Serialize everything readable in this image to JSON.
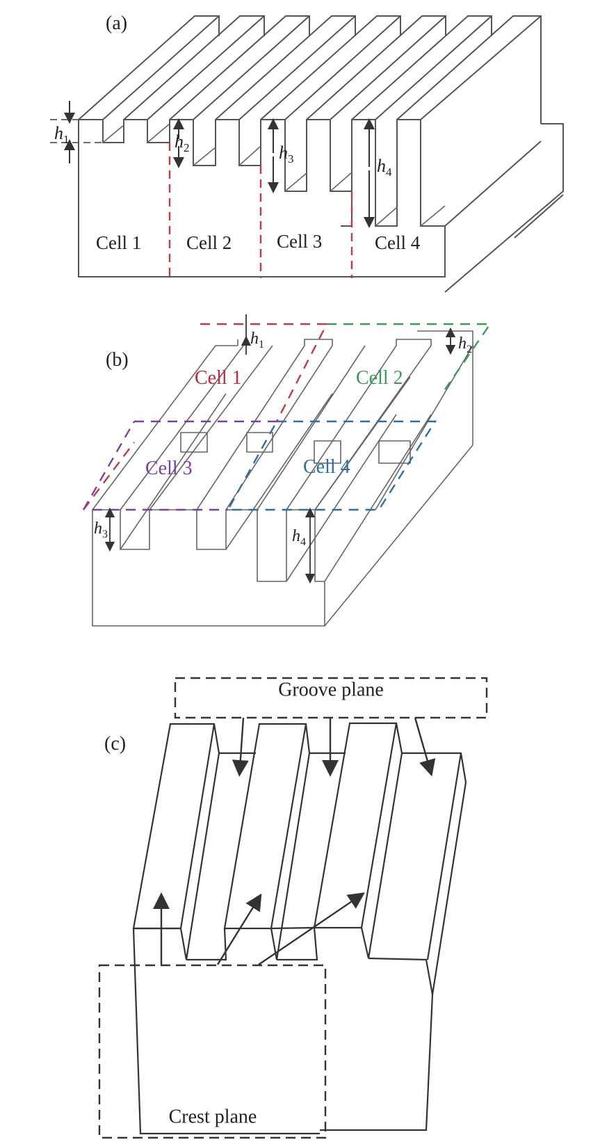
{
  "figure": {
    "panels": [
      {
        "id": "a",
        "label": "(a)",
        "cells": [
          "Cell 1",
          "Cell 2",
          "Cell 3",
          "Cell 4"
        ],
        "heights": [
          {
            "sym": "h",
            "sub": "1"
          },
          {
            "sym": "h",
            "sub": "2"
          },
          {
            "sym": "h",
            "sub": "3"
          },
          {
            "sym": "h",
            "sub": "4"
          }
        ],
        "divider_color": "#c0394b"
      },
      {
        "id": "b",
        "label": "(b)",
        "cells": [
          {
            "name": "Cell 1",
            "color": "#c0283c"
          },
          {
            "name": "Cell 2",
            "color": "#3a9a5a"
          },
          {
            "name": "Cell 3",
            "color": "#7b3fa0"
          },
          {
            "name": "Cell 4",
            "color": "#2e6ea6"
          }
        ],
        "heights": [
          {
            "sym": "h",
            "sub": "1"
          },
          {
            "sym": "h",
            "sub": "2"
          },
          {
            "sym": "h",
            "sub": "3"
          },
          {
            "sym": "h",
            "sub": "4"
          }
        ]
      },
      {
        "id": "c",
        "label": "(c)",
        "groove_label": "Groove plane",
        "crest_label": "Crest plane"
      }
    ]
  }
}
